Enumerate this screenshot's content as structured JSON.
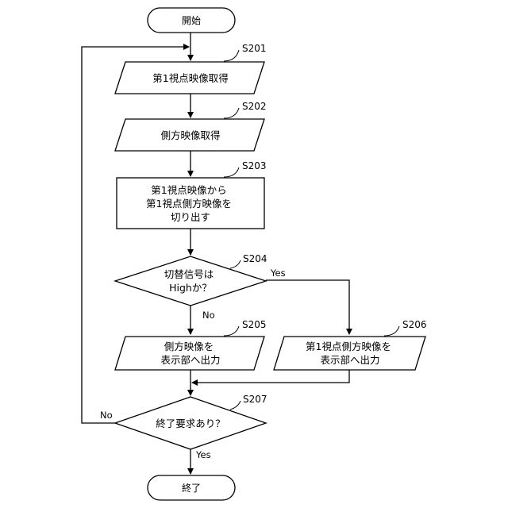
{
  "start": "開始",
  "end": "終了",
  "steps": {
    "s201": {
      "id": "S201",
      "lines": [
        "第1視点映像取得"
      ]
    },
    "s202": {
      "id": "S202",
      "lines": [
        "側方映像取得"
      ]
    },
    "s203": {
      "id": "S203",
      "lines": [
        "第1視点映像から",
        "第1視点側方映像を",
        "切り出す"
      ]
    },
    "s204": {
      "id": "S204",
      "lines": [
        "切替信号は",
        "Highか？"
      ]
    },
    "s205": {
      "id": "S205",
      "lines": [
        "側方映像を",
        "表示部へ出力"
      ]
    },
    "s206": {
      "id": "S206",
      "lines": [
        "第1視点側方映像を",
        "表示部へ出力"
      ]
    },
    "s207": {
      "id": "S207",
      "lines": [
        "終了要求あり？"
      ]
    }
  },
  "branches": {
    "s204_yes": "Yes",
    "s204_no": "No",
    "s207_yes": "Yes",
    "s207_no": "No"
  }
}
